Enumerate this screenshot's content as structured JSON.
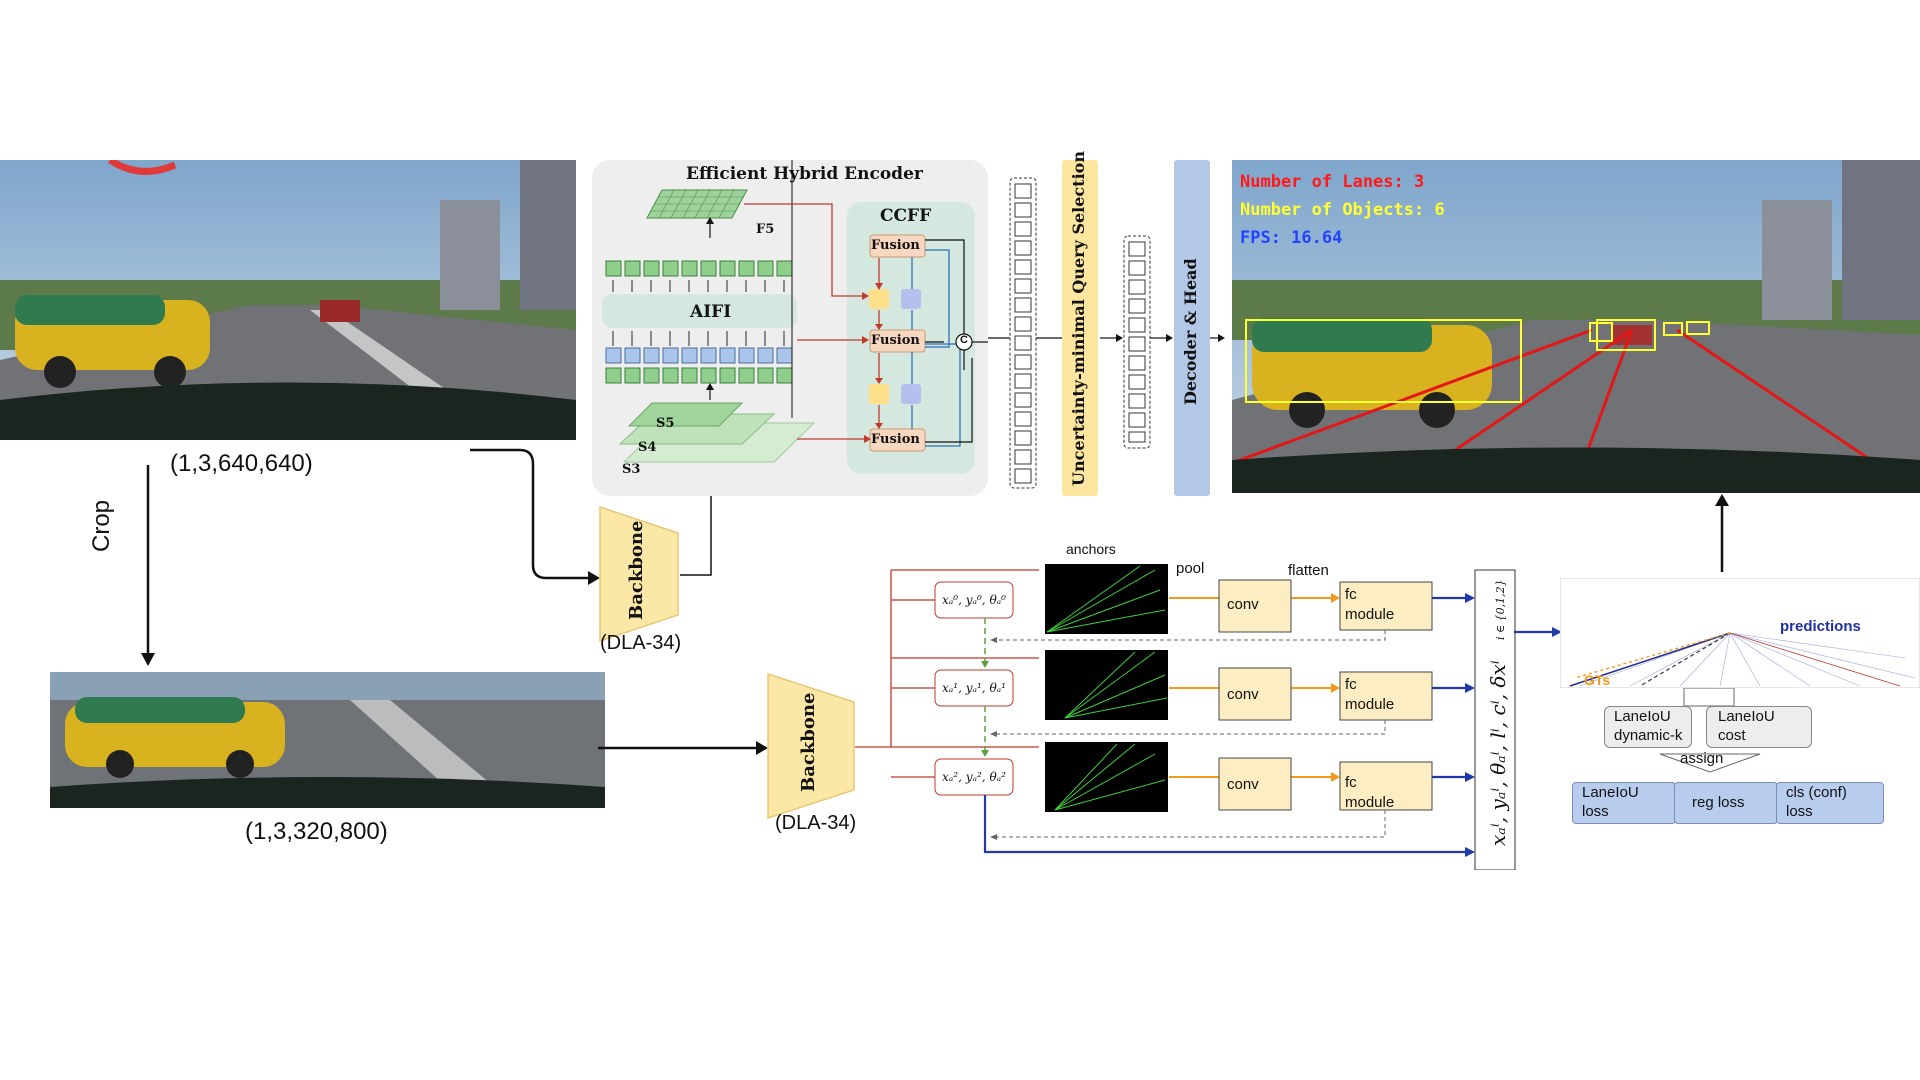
{
  "left": {
    "image_top_label": "(1,3,640,640)",
    "crop_label": "Crop",
    "image_bottom_label": "(1,3,320,800)"
  },
  "detr": {
    "encoder_title": "Efficient Hybrid Encoder",
    "f5": "F5",
    "aifi": "AIFI",
    "ccff": "CCFF",
    "fusion": "Fusion",
    "concat_symbol": "C",
    "s5": "S5",
    "s4": "S4",
    "s3": "S3",
    "query_selection": "Uncertainty-minimal Query Selection",
    "decoder": "Decoder & Head"
  },
  "backbones": {
    "top_label": "Backbone",
    "top_sub": "(DLA-34)",
    "bottom_label": "Backbone",
    "bottom_sub": "(DLA-34)"
  },
  "output": {
    "lanes_text": "Number of Lanes: 3",
    "objects_text": "Number of Objects: 6",
    "fps_text": "FPS: 16.64",
    "lanes_color": "#ff1a1a",
    "objects_color": "#ffff33",
    "fps_color": "#2244ff"
  },
  "lane_head": {
    "anchors": "anchors",
    "pool": "pool",
    "flatten": "flatten",
    "conv": "conv",
    "fc_line1": "fc",
    "fc_line2": "module",
    "anchor_params": [
      "xₐ⁰, yₐ⁰, θₐ⁰",
      "xₐ¹, yₐ¹, θₐ¹",
      "xₐ², yₐ², θₐ²"
    ],
    "output_vector": "xₐⁱ, yₐⁱ, θₐⁱ, lⁱ, cⁱ, δxⁱ",
    "index_set": "i ∈ {0,1,2}"
  },
  "loss": {
    "predictions": "predictions",
    "gts": "GTs",
    "laneiou_dynamic_1": "LaneIoU",
    "laneiou_dynamic_2": "dynamic-k",
    "laneiou_cost_1": "LaneIoU",
    "laneiou_cost_2": "cost",
    "assign": "assign",
    "laneiou_loss_1": "LaneIoU",
    "laneiou_loss_2": "loss",
    "reg_loss": "reg loss",
    "cls_loss_1": "cls (conf)",
    "cls_loss_2": "loss"
  }
}
